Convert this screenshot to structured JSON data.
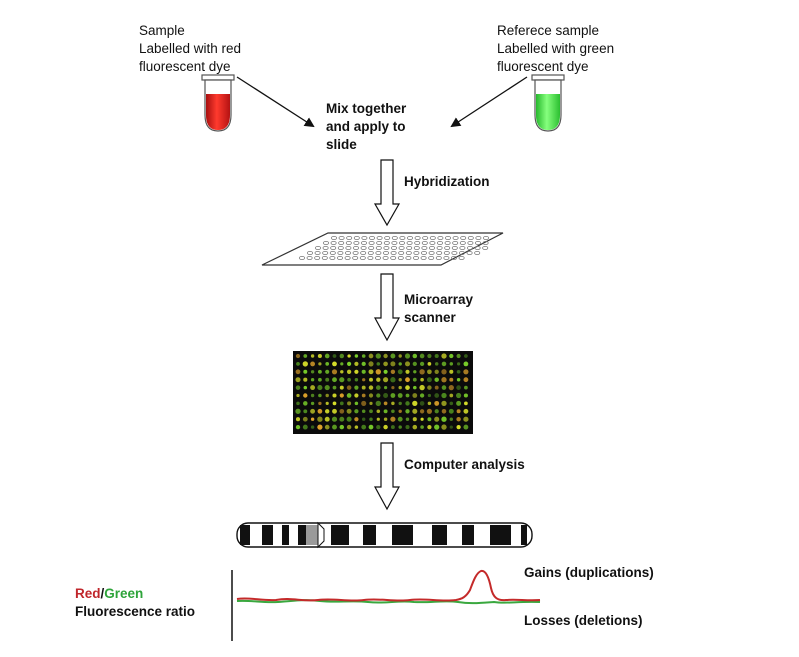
{
  "sample": {
    "lines": [
      "Sample",
      "Labelled with red",
      "fluorescent dye"
    ],
    "tube_color": "#e01b1b"
  },
  "reference": {
    "lines": [
      "Referece sample",
      "Labelled with green",
      "fluorescent dye"
    ],
    "tube_color": "#33dd3a"
  },
  "mix": {
    "lines": [
      "Mix together",
      "and apply to",
      "slide"
    ]
  },
  "steps": {
    "hybridization": "Hybridization",
    "scanner": [
      "Microarray",
      "scanner"
    ],
    "analysis": "Computer analysis"
  },
  "ratio": {
    "red_word": "Red",
    "separator": "/",
    "green_word": "Green",
    "caption": "Fluorescence ratio"
  },
  "annotations": {
    "gains": "Gains (duplications)",
    "losses": "Losses (deletions)"
  },
  "colors": {
    "red_trace": "#c42a2a",
    "green_trace": "#3aa83f",
    "array_background": "#0b0b0b",
    "spot_green": "#7bd12a",
    "spot_yellow": "#d9e02a",
    "spot_orange": "#e0a32a"
  }
}
